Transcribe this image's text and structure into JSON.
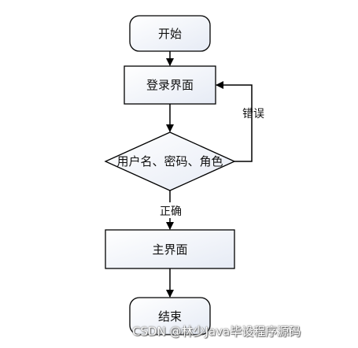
{
  "nodes": {
    "start": "开始",
    "login": "登录界面",
    "check": "用户名、密码、角色",
    "main": "主界面",
    "end": "结束"
  },
  "edges": {
    "error": "错误",
    "correct": "正确"
  },
  "watermark": "CSDN @林少Java毕设程序源码"
}
